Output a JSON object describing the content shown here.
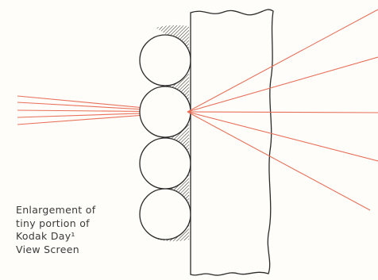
{
  "caption": {
    "lines": [
      "Enlargement of",
      "tiny portion of",
      "Kodak Day¹",
      "View Screen"
    ]
  },
  "colors": {
    "ray": "#e8705a",
    "outline": "#2b2b2b",
    "background": "#fefdf9"
  },
  "icons": {
    "beads": "glass-bead-circles",
    "hatching": "diagonal-hatch-fill"
  }
}
